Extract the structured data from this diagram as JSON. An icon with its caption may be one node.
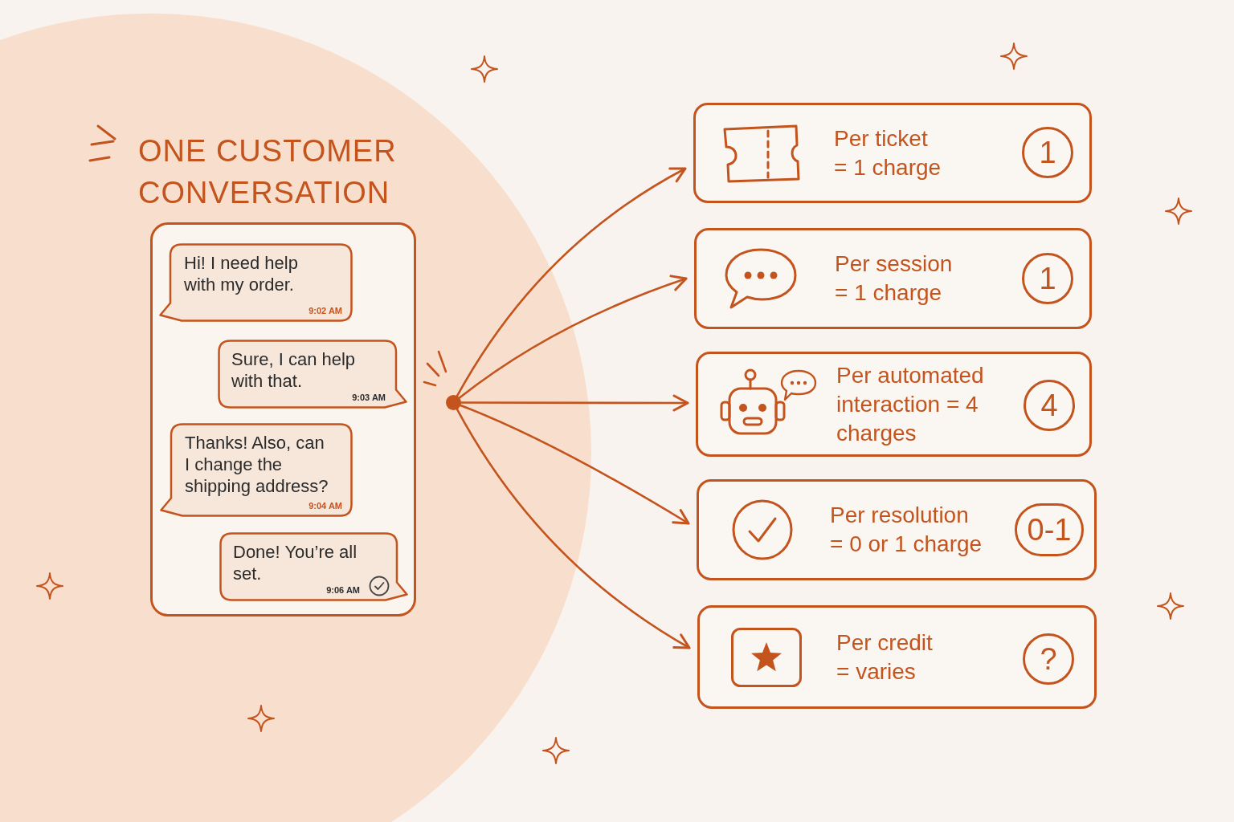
{
  "diagram": {
    "title": "ONE CUSTOMER CONVERSATION",
    "nodes": [
      {
        "text": [],
        "shape": "box"
      },
      {
        "text": [
          "Hi! I need help with my order.",
          "9:02 AM"
        ],
        "in": 0
      },
      {
        "text": [
          "Sure, I can help with that.",
          "9:03 AM"
        ],
        "in": 0
      },
      {
        "text": [
          "Thanks! Also, can I change the shipping address?",
          "9:04 AM"
        ],
        "in": 0
      },
      {
        "text": [
          "Done! You’re all set.",
          "9:06 AM"
        ],
        "in": 0
      },
      {
        "text": [],
        "shape": "circle"
      },
      {
        "text": [
          "Per ticket = 1 charge"
        ]
      },
      {
        "text": [
          "1"
        ],
        "in": 6
      },
      {
        "text": [
          "Per session = 1 charge"
        ]
      },
      {
        "text": [
          "1"
        ],
        "in": 8
      },
      {
        "text": [
          "Per automated interaction = 4 charges"
        ]
      },
      {
        "text": [
          "4"
        ],
        "in": 10
      },
      {
        "text": [
          "Per resolution = 0 or 1 charge"
        ]
      },
      {
        "text": [
          "0-1"
        ],
        "in": 12
      },
      {
        "text": [
          "Per credit = varies"
        ]
      },
      {
        "text": [
          "?"
        ],
        "in": 14
      }
    ],
    "edges": [
      {
        "from": 5,
        "to": 6,
        "arrow": "to"
      },
      {
        "from": 5,
        "to": 8,
        "arrow": "to"
      },
      {
        "from": 5,
        "to": 10,
        "arrow": "to"
      },
      {
        "from": 5,
        "to": 12,
        "arrow": "to"
      },
      {
        "from": 5,
        "to": 14,
        "arrow": "to"
      }
    ]
  }
}
